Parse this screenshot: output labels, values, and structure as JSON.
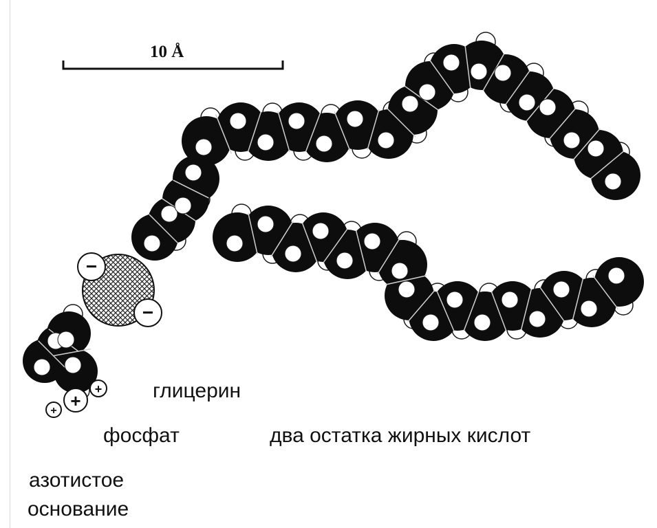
{
  "scale_bar": {
    "label": "10 Å"
  },
  "charges": {
    "negative": "−",
    "positive": "+"
  },
  "labels": {
    "glycerol": "глицерин",
    "phosphate": "фосфат",
    "fatty_acids": "два остатка жирных кислот",
    "base_line1": "азотистое",
    "base_line2": "основание"
  },
  "colors": {
    "carbon_atom": "#0d0d0d",
    "hydrogen_atom": "#ffffff",
    "atom_outline": "#1a1a1a",
    "phosphate_hatch": "#222222",
    "seam": "#d0d0d0"
  }
}
